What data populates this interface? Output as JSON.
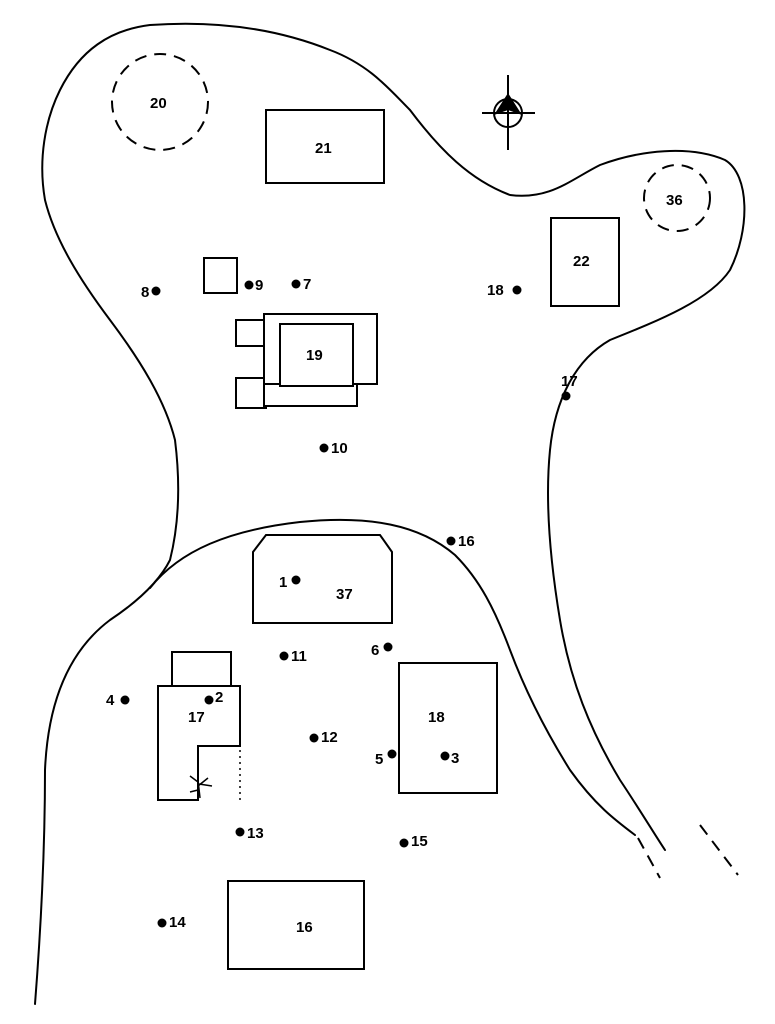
{
  "structures": [
    {
      "id": "20",
      "label": "20",
      "kind": "dashed-circle"
    },
    {
      "id": "21",
      "label": "21",
      "kind": "rect"
    },
    {
      "id": "36",
      "label": "36",
      "kind": "dashed-circle"
    },
    {
      "id": "22",
      "label": "22",
      "kind": "rect"
    },
    {
      "id": "19",
      "label": "19",
      "kind": "compound"
    },
    {
      "id": "37",
      "label": "37",
      "kind": "octagon"
    },
    {
      "id": "17",
      "label": "17",
      "kind": "compound"
    },
    {
      "id": "18",
      "label": "18",
      "kind": "rect"
    },
    {
      "id": "16",
      "label": "16",
      "kind": "rect"
    }
  ],
  "points": [
    {
      "id": "p8",
      "label": "8"
    },
    {
      "id": "p9",
      "label": "9"
    },
    {
      "id": "p7",
      "label": "7"
    },
    {
      "id": "p18",
      "label": "18"
    },
    {
      "id": "p17",
      "label": "17"
    },
    {
      "id": "p10",
      "label": "10"
    },
    {
      "id": "p16",
      "label": "16"
    },
    {
      "id": "p1",
      "label": "1"
    },
    {
      "id": "p6",
      "label": "6"
    },
    {
      "id": "p11",
      "label": "11"
    },
    {
      "id": "p4",
      "label": "4"
    },
    {
      "id": "p2",
      "label": "2"
    },
    {
      "id": "p12",
      "label": "12"
    },
    {
      "id": "p5",
      "label": "5"
    },
    {
      "id": "p3",
      "label": "3"
    },
    {
      "id": "p13",
      "label": "13"
    },
    {
      "id": "p15",
      "label": "15"
    },
    {
      "id": "p14",
      "label": "14"
    }
  ],
  "icons": {
    "north_arrow": "compass-north-arrow-icon",
    "tree": "tree-sketch-icon"
  }
}
